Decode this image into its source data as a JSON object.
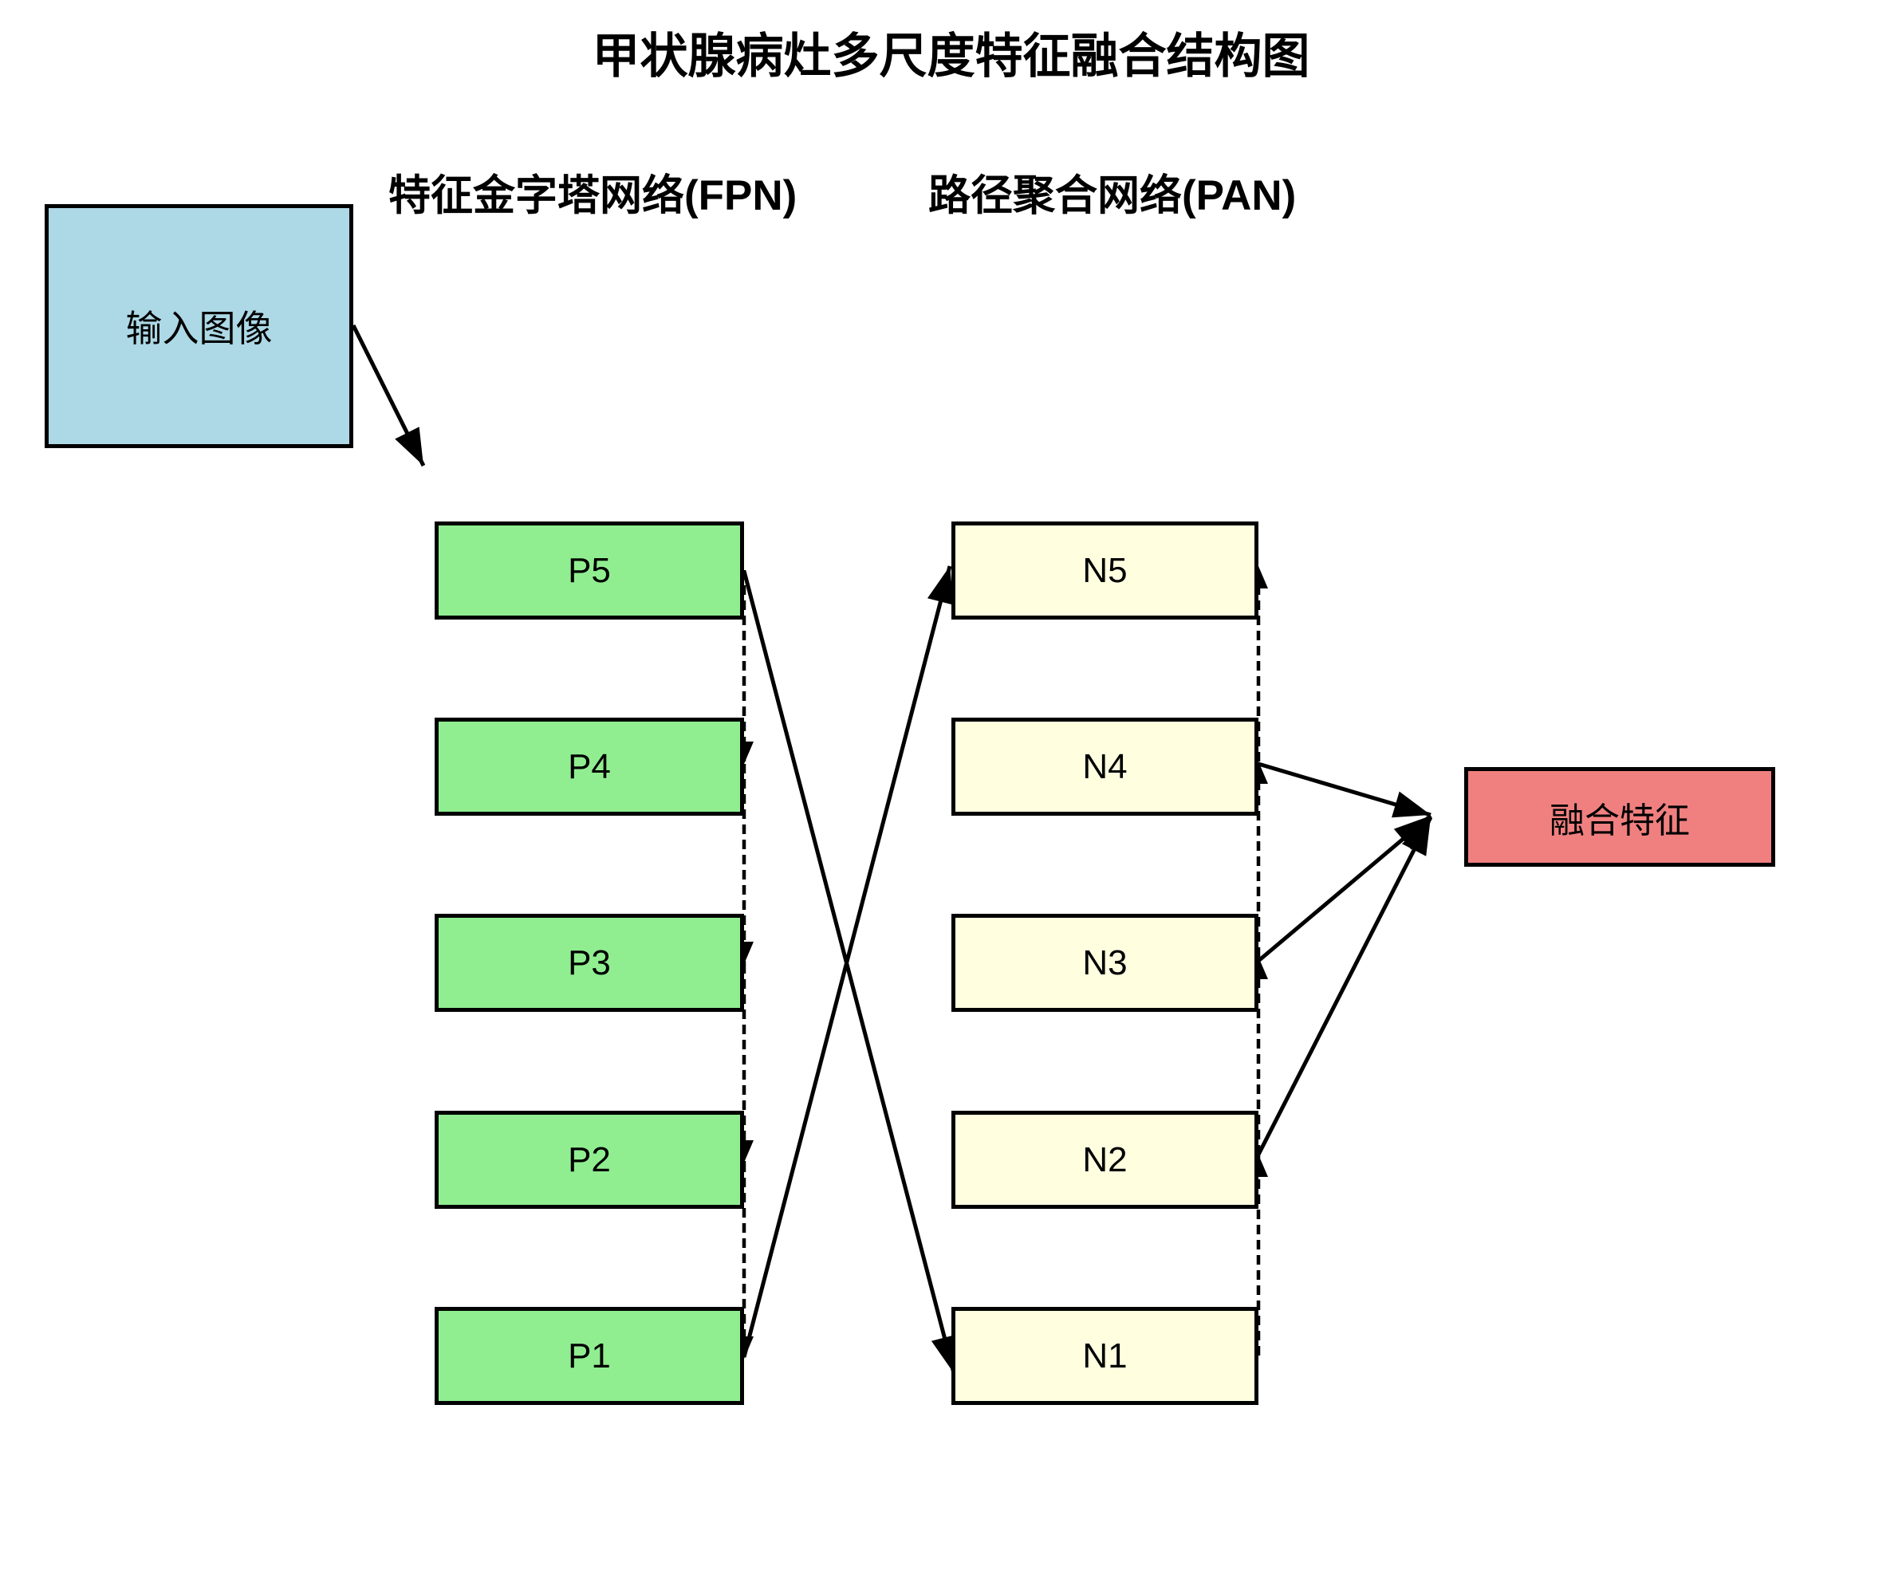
{
  "title": "甲状腺病灶多尺度特征融合结构图",
  "input": {
    "label": "输入图像",
    "color": "#ADD8E6"
  },
  "fpn": {
    "header": "特征金字塔网络(FPN)",
    "node_color": "#90EE90",
    "nodes": [
      "P5",
      "P4",
      "P3",
      "P2",
      "P1"
    ]
  },
  "pan": {
    "header": "路径聚合网络(PAN)",
    "node_color": "#FFFFE0",
    "nodes": [
      "N5",
      "N4",
      "N3",
      "N2",
      "N1"
    ]
  },
  "fused": {
    "label": "融合特征",
    "color": "#F08080"
  },
  "line_color": "#000000"
}
